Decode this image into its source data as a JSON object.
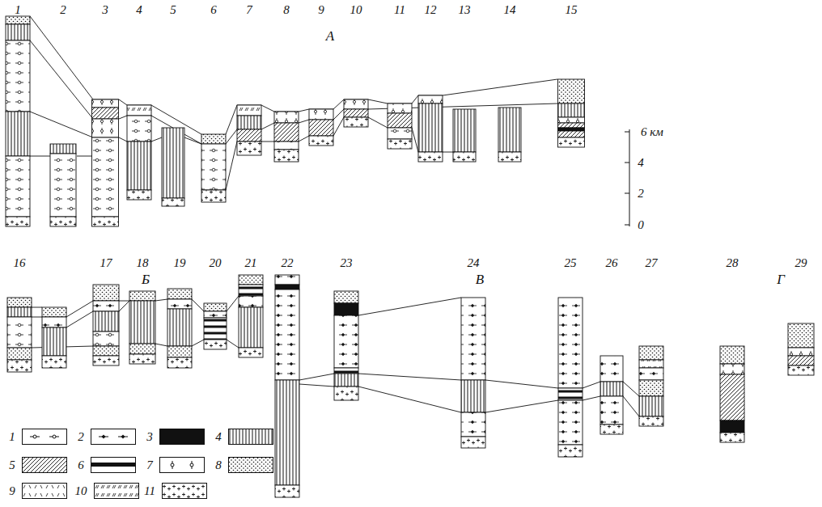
{
  "diagram": {
    "labels": [
      "1",
      "2",
      "3",
      "4",
      "5",
      "6",
      "7",
      "8",
      "9",
      "10",
      "11",
      "12",
      "13",
      "14",
      "15",
      "А",
      "6 км",
      "4",
      "2",
      "0",
      "16",
      "17",
      "18",
      "19",
      "20",
      "21",
      "Б",
      "22",
      "23",
      "24",
      "25",
      "26",
      "27",
      "В",
      "28",
      "29",
      "Г"
    ],
    "legend": [
      {
        "text": "1"
      },
      {
        "text": "2"
      },
      {
        "text": "3"
      },
      {
        "text": "4"
      },
      {
        "text": "5"
      },
      {
        "text": "6"
      },
      {
        "text": "7"
      },
      {
        "text": "8"
      },
      {
        "text": "9"
      },
      {
        "text": "10"
      },
      {
        "text": "11"
      }
    ]
  }
}
